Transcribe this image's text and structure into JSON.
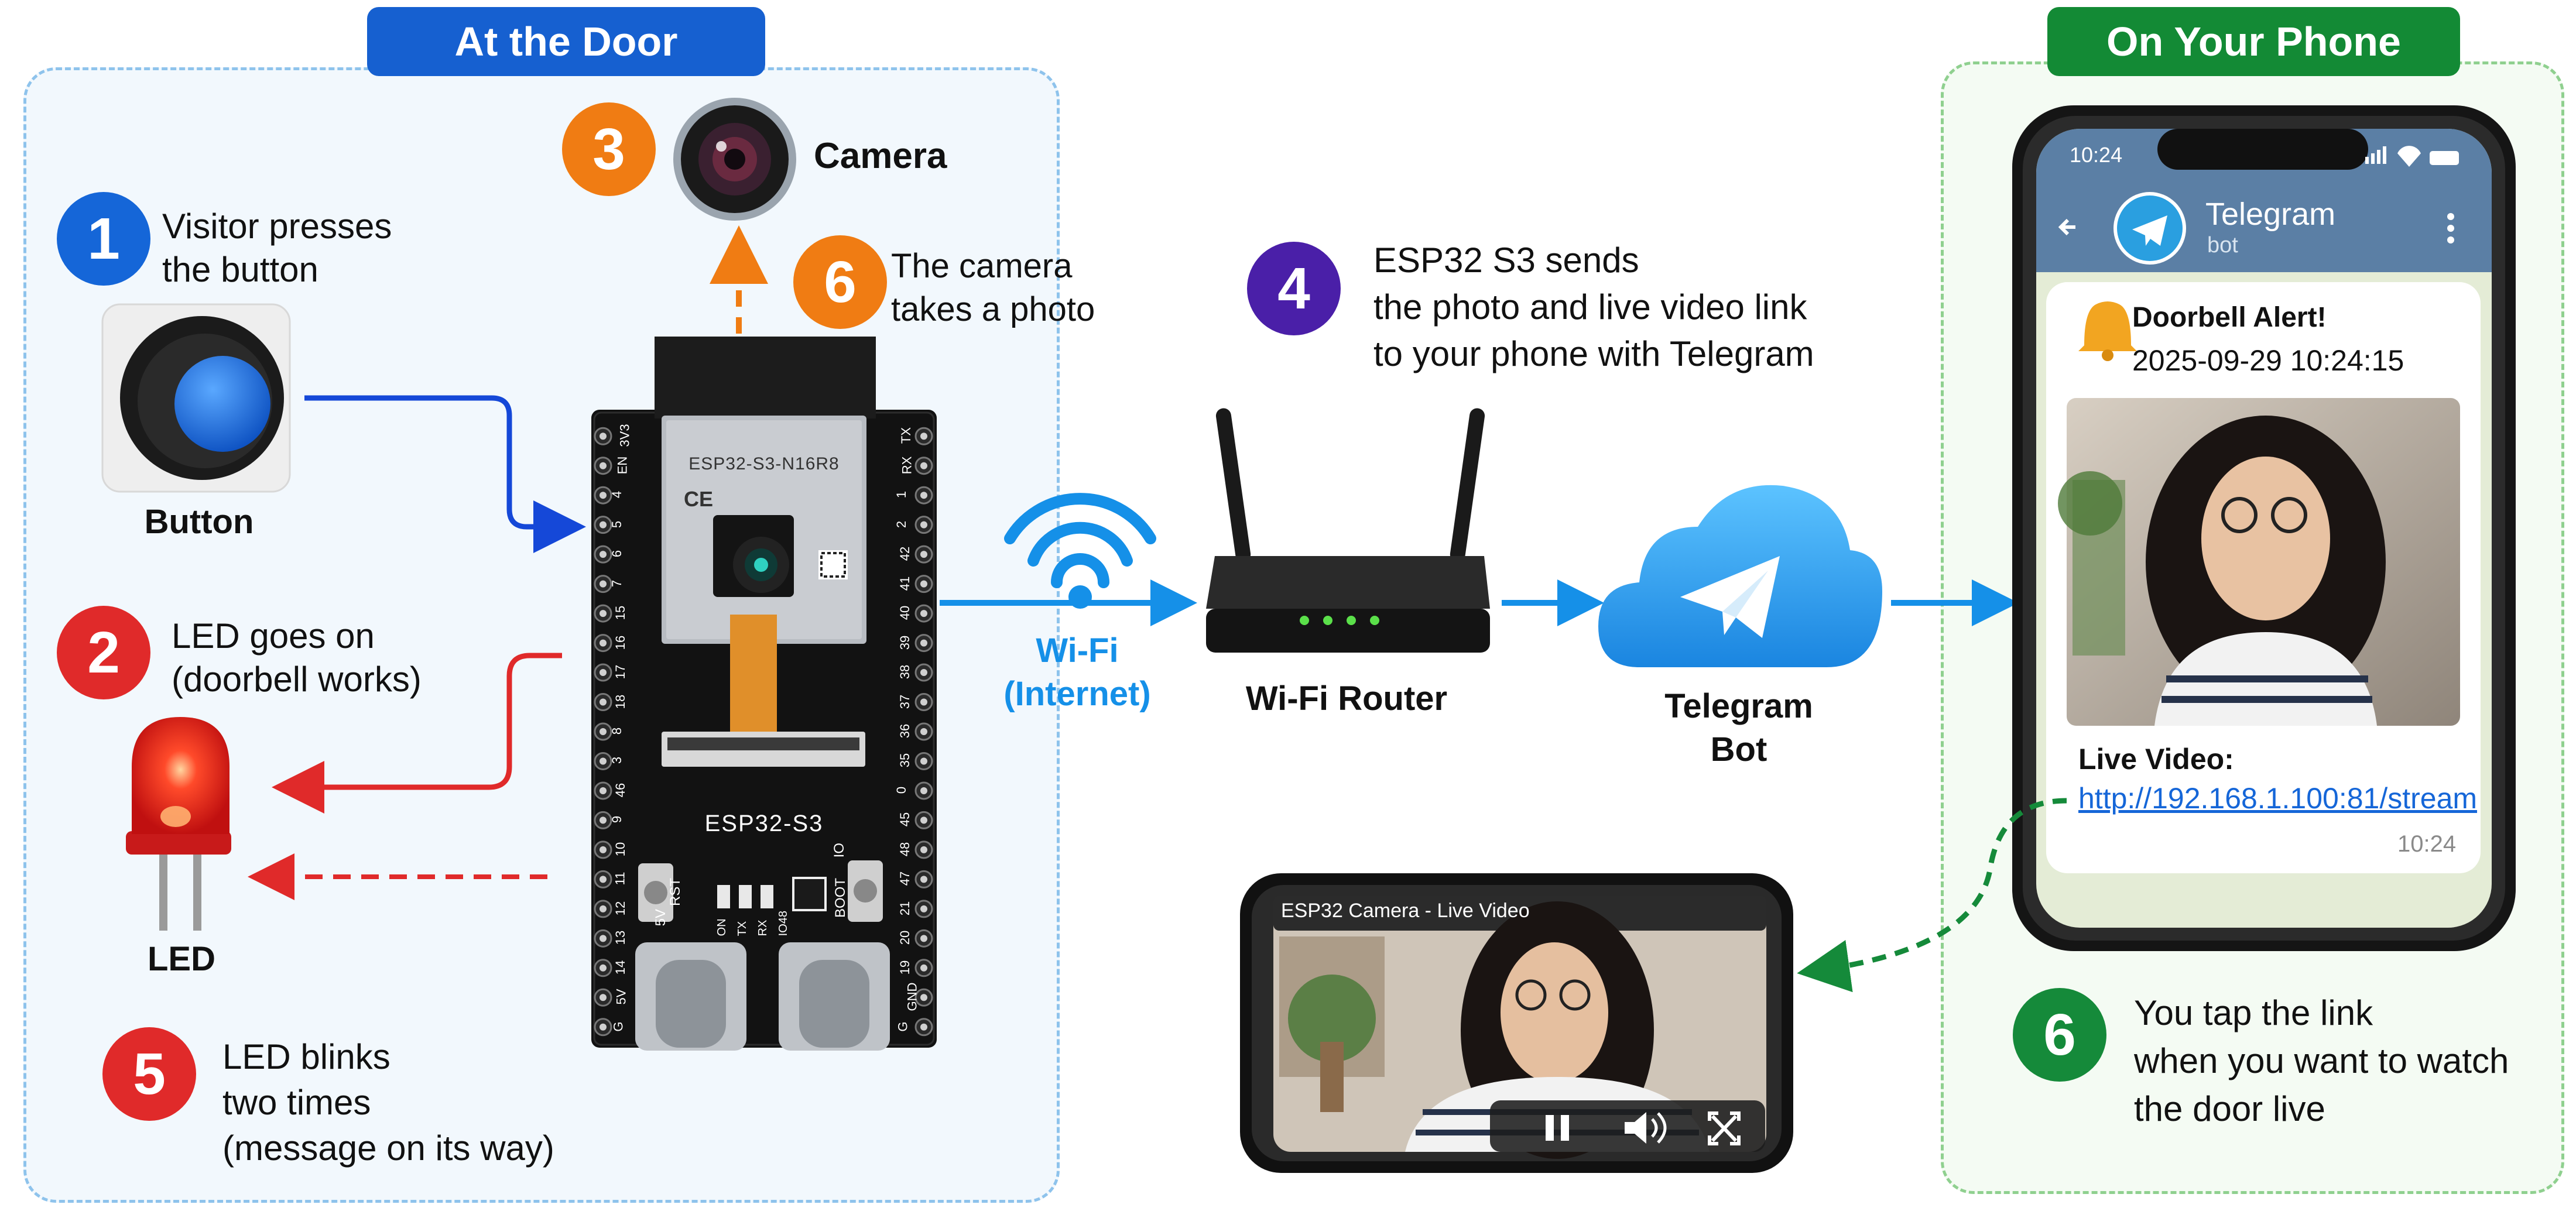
{
  "panels": {
    "door_title": "At the Door",
    "phone_title": "On Your Phone"
  },
  "steps": [
    {
      "num": "1",
      "lines": [
        "Visitor presses",
        "the button"
      ]
    },
    {
      "num": "2",
      "lines": [
        "LED goes on",
        "(doorbell works)"
      ]
    },
    {
      "num": "3",
      "label": "Camera"
    },
    {
      "num": "4",
      "lines": [
        "ESP32 S3 sends",
        "the photo and live video link",
        "to your phone with Telegram"
      ]
    },
    {
      "num": "5",
      "lines": [
        "LED blinks",
        "two times",
        "(message on its way)"
      ]
    },
    {
      "num": "6",
      "lines": [
        "The camera",
        "takes a photo"
      ]
    },
    {
      "num": "6",
      "lines": [
        "You tap the link",
        "when you want to watch",
        "the door live"
      ]
    }
  ],
  "labels": {
    "button": "Button",
    "led": "LED",
    "wifi": [
      "Wi-Fi",
      "(Internet)"
    ],
    "router": "Wi-Fi Router",
    "telegram_bot": [
      "Telegram",
      "Bot"
    ]
  },
  "board": {
    "module_label": "ESP32-S3-N16R8",
    "board_label": "ESP32-S3",
    "left_pins": [
      "3V3",
      "EN",
      "4",
      "5",
      "6",
      "7",
      "15",
      "16",
      "17",
      "18",
      "8",
      "3",
      "46",
      "9",
      "10",
      "11",
      "12",
      "13",
      "14",
      "5V",
      "G"
    ],
    "right_pins": [
      "TX",
      "RX",
      "1",
      "2",
      "42",
      "41",
      "40",
      "39",
      "38",
      "37",
      "36",
      "35",
      "0",
      "45",
      "48",
      "47",
      "21",
      "20",
      "19",
      "GND",
      "G"
    ],
    "buttons": [
      "RST",
      "BOOT"
    ],
    "led_labels": [
      "ON",
      "TX",
      "RX",
      "IO48"
    ],
    "extra_labels": [
      "5V",
      "IO"
    ]
  },
  "phone": {
    "time": "10:24",
    "chat_title": "Telegram",
    "chat_subtitle": "bot",
    "alert_title": "Doorbell Alert!",
    "alert_time": "2025-09-29 10:24:15",
    "live_label": "Live Video:",
    "link": "http://192.168.1.100:81/stream",
    "msg_time": "10:24"
  },
  "video": {
    "title": "ESP32 Camera - Live Video"
  },
  "colors": {
    "blue": "#1566d8",
    "red": "#e02a2a",
    "orange": "#f07c13",
    "purple": "#4a1fa8",
    "green": "#158a3a",
    "wifi": "#1590e8"
  }
}
